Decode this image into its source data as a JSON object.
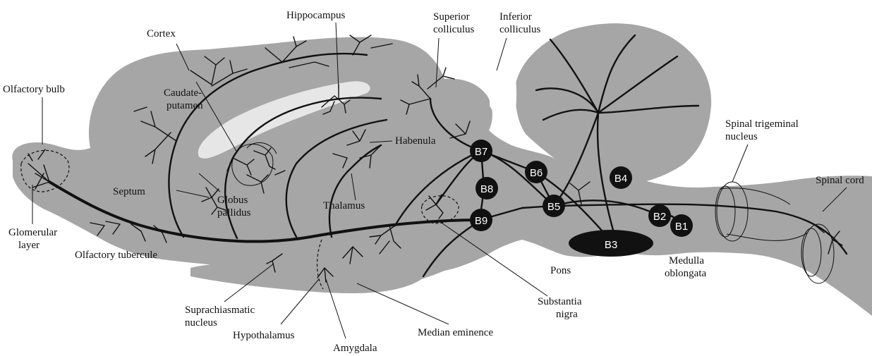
{
  "colors": {
    "tissue": "#a6a6a6",
    "fiber": "#111111",
    "nucleus_fill": "#111111",
    "nucleus_text": "#ffffff",
    "ventricle": "#e6e6e6"
  },
  "labels": {
    "cortex": "Cortex",
    "hippocampus": "Hippocampus",
    "superior_colliculus": [
      "Superior",
      "colliculus"
    ],
    "inferior_colliculus": [
      "Inferior",
      "colliculus"
    ],
    "olfactory_bulb": "Olfactory bulb",
    "caudate_putamen": [
      "Caudate-",
      "putamen"
    ],
    "spinal_trigeminal_nucleus": [
      "Spinal trigeminal",
      "nucleus"
    ],
    "spinal_cord": "Spinal cord",
    "habenula": "Habenula",
    "septum": "Septum",
    "thalamus": "Thalamus",
    "globus_pallidus": [
      "Globus",
      "pallidus"
    ],
    "glomerular_layer": [
      "Glomerular",
      "layer"
    ],
    "olfactory_tubercule": "Olfactory tubercule",
    "medulla_oblongata": [
      "Medulla",
      "oblongata"
    ],
    "pons": "Pons",
    "substantia_nigra": [
      "Substantia",
      "nigra"
    ],
    "suprachiasmatic_nucleus": [
      "Suprachiasmatic",
      "nucleus"
    ],
    "hypothalamus": "Hypothalamus",
    "amygdala": "Amygdala",
    "median_eminence": "Median eminence"
  },
  "nuclei": [
    "B1",
    "B2",
    "B3",
    "B4",
    "B5",
    "B6",
    "B7",
    "B8",
    "B9"
  ]
}
